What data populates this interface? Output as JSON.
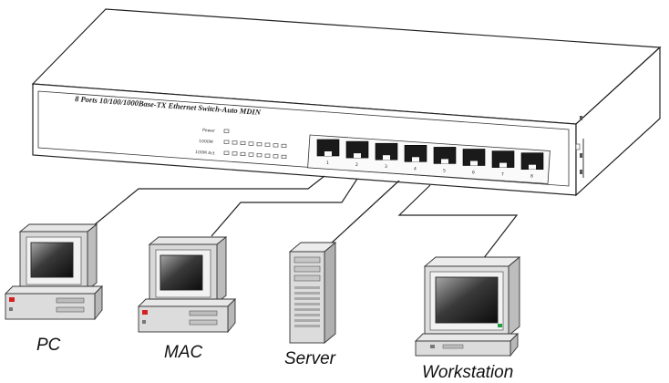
{
  "switch": {
    "title": "8 Ports 10/100/1000Base-TX Ethernet Switch-Auto MDIN",
    "led_labels": [
      "Power",
      "1000M",
      "100M Act"
    ],
    "port_numbers": [
      "1",
      "2",
      "3",
      "4",
      "5",
      "6",
      "7",
      "8"
    ]
  },
  "devices": {
    "pc": "PC",
    "mac": "MAC",
    "server": "Server",
    "workstation": "Workstation"
  }
}
